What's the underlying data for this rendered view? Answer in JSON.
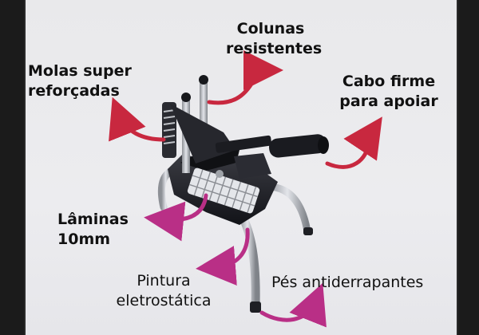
{
  "labels": {
    "colunas": "Colunas\nresistentes",
    "molas": "Molas super\nreforçadas",
    "cabo": "Cabo firme\npara apoiar",
    "laminas": "Lâminas\n10mm",
    "pintura": "Pintura\neletrostática",
    "pes": "Pés antiderrapantes"
  },
  "colors": {
    "arrow_red": "#c8283f",
    "arrow_magenta": "#b92f86",
    "machine_dark": "#1e1f24",
    "machine_metal": "#b9bcc2"
  },
  "image": {
    "subject": "french-fry-cutter-machine"
  }
}
